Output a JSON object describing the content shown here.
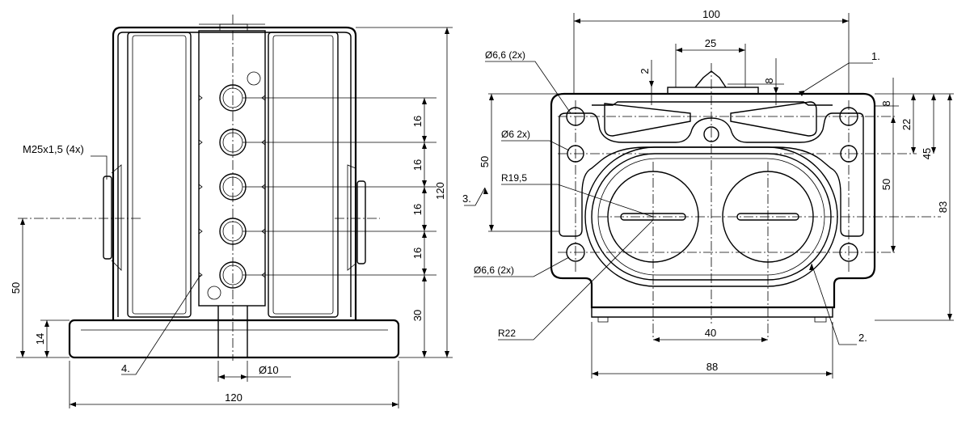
{
  "drawing": {
    "left_view": {
      "dim_width_bottom": "120",
      "dim_height_total": "120",
      "dim_height_center": "50",
      "dim_base_height": "14",
      "dim_spacing": [
        "16",
        "16",
        "16",
        "16"
      ],
      "dim_bottom_entry": "30",
      "dim_hole_dia": "Ø10",
      "thread_label": "M25x1,5 (4x)",
      "callout_4": "4."
    },
    "right_view": {
      "dim_width_top": "100",
      "dim_width_25": "25",
      "dim_2": "2",
      "dim_8_top": "8",
      "dim_8_side": "8",
      "dim_22": "22",
      "dim_45": "45",
      "dim_50_right": "50",
      "dim_83": "83",
      "dim_50_left": "50",
      "dim_40": "40",
      "dim_88": "88",
      "hole_top_left": "Ø6,6 (2x)",
      "hole_mid_left": "Ø6 2x)",
      "radius_19": "R19,5",
      "radius_22": "R22",
      "hole_bottom_left": "Ø6,6 (2x)",
      "callout_1": "1.",
      "callout_2": "2.",
      "callout_3": "3."
    }
  }
}
